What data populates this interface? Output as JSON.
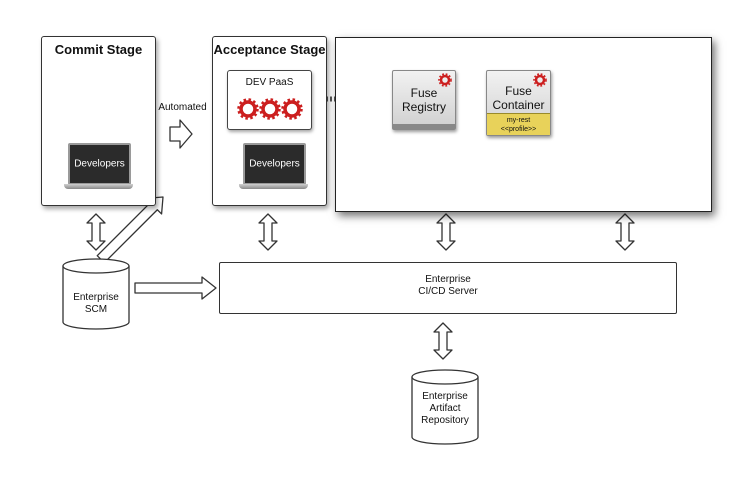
{
  "commit_stage": {
    "title": "Commit Stage",
    "laptop_label": "Developers"
  },
  "automated_label": "Automated",
  "acceptance_stage": {
    "title": "Acceptance Stage",
    "paas_label": "DEV PaaS",
    "laptop_label": "Developers"
  },
  "fuse_registry": {
    "line1": "Fuse",
    "line2": "Registry"
  },
  "fuse_container": {
    "line1": "Fuse",
    "line2": "Container",
    "profile_line1": "my-rest",
    "profile_line2": "<<profile>>"
  },
  "scm": {
    "line1": "Enterprise",
    "line2": "SCM"
  },
  "cicd": {
    "line1": "Enterprise",
    "line2": "CI/CD Server"
  },
  "artifact_repo": {
    "line1": "Enterprise",
    "line2": "Artifact",
    "line3": "Repository"
  },
  "colors": {
    "gear": "#cc1f1f",
    "profile_band": "#e8d25a",
    "laptop_screen": "#2b2b2b"
  }
}
